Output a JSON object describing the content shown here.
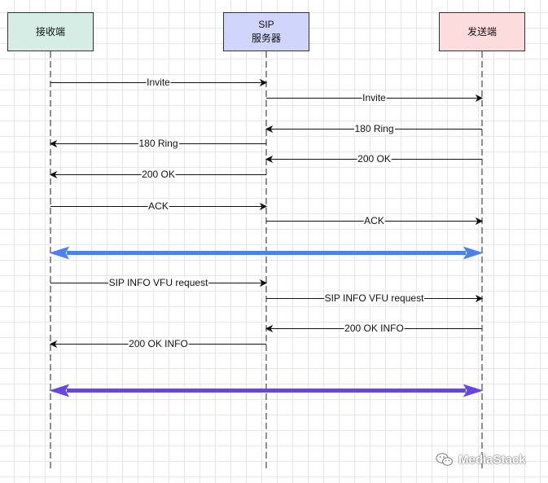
{
  "actors": [
    {
      "id": "receiver",
      "lines": [
        "接收端"
      ],
      "fill": "#d5ede5"
    },
    {
      "id": "sip-server",
      "lines": [
        "SIP",
        "服务器"
      ],
      "fill": "#cfd5fb"
    },
    {
      "id": "sender",
      "lines": [
        "发送端"
      ],
      "fill": "#fcdcdc"
    }
  ],
  "messages": [
    {
      "label": "Invite",
      "from": "receiver",
      "to": "sip-server"
    },
    {
      "label": "Invite",
      "from": "sip-server",
      "to": "sender"
    },
    {
      "label": "180 Ring",
      "from": "sender",
      "to": "sip-server"
    },
    {
      "label": "180 Ring",
      "from": "sip-server",
      "to": "receiver"
    },
    {
      "label": "200 OK",
      "from": "sender",
      "to": "sip-server"
    },
    {
      "label": "200 OK",
      "from": "sip-server",
      "to": "receiver"
    },
    {
      "label": "ACK",
      "from": "receiver",
      "to": "sip-server"
    },
    {
      "label": "ACK",
      "from": "sip-server",
      "to": "sender"
    },
    {
      "label": "",
      "from": "receiver",
      "to": "sender",
      "bidirectional": true,
      "color": "#4a80f0"
    },
    {
      "label": "SIP INFO VFU request",
      "from": "receiver",
      "to": "sip-server"
    },
    {
      "label": "SIP INFO VFU request",
      "from": "sip-server",
      "to": "sender"
    },
    {
      "label": "200 OK INFO",
      "from": "sender",
      "to": "sip-server"
    },
    {
      "label": "200 OK INFO",
      "from": "sip-server",
      "to": "receiver"
    },
    {
      "label": "",
      "from": "receiver",
      "to": "sender",
      "bidirectional": true,
      "color": "#6a45e6"
    }
  ],
  "watermark": {
    "icon": "wechat-icon",
    "text": "MediaStack"
  }
}
